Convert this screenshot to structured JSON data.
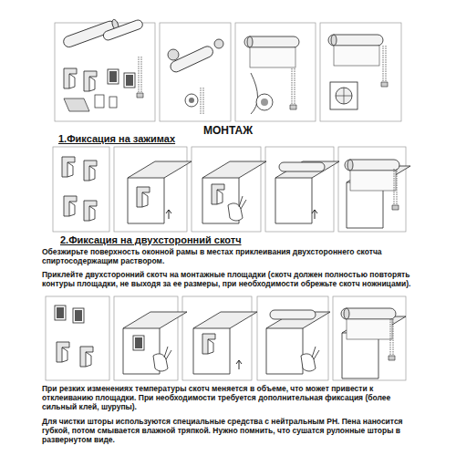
{
  "diagram": {
    "title": "МОНТАЖ",
    "labels": [
      "1.Фиксация на зажимах",
      "2.Фиксация на двухсторонний скотч",
      "Обезжирьте поверхность оконной рамы в местах приклеивания двухстороннего скотча спиртосодержащим раствором.",
      "Приклейте двухсторонний скотч на монтажные площадки (скотч должен полностью повторять контуры площадки, не выходя за ее размеры, при необходимости обрежьте скотч ножницами).",
      "При резких изменениях температуры скотч меняется в объеме, что может привести к отклеиванию площадки. При необходимости требуется дополнительная фиксация (более сильный клей, шурупы).",
      "Для чистки шторы используются специальные средства с нейтральным PH. Пена наносится губкой, потом смывается влажной тряпкой. Нужно помнить, что сушатся рулонные шторы в развернутом виде."
    ]
  }
}
